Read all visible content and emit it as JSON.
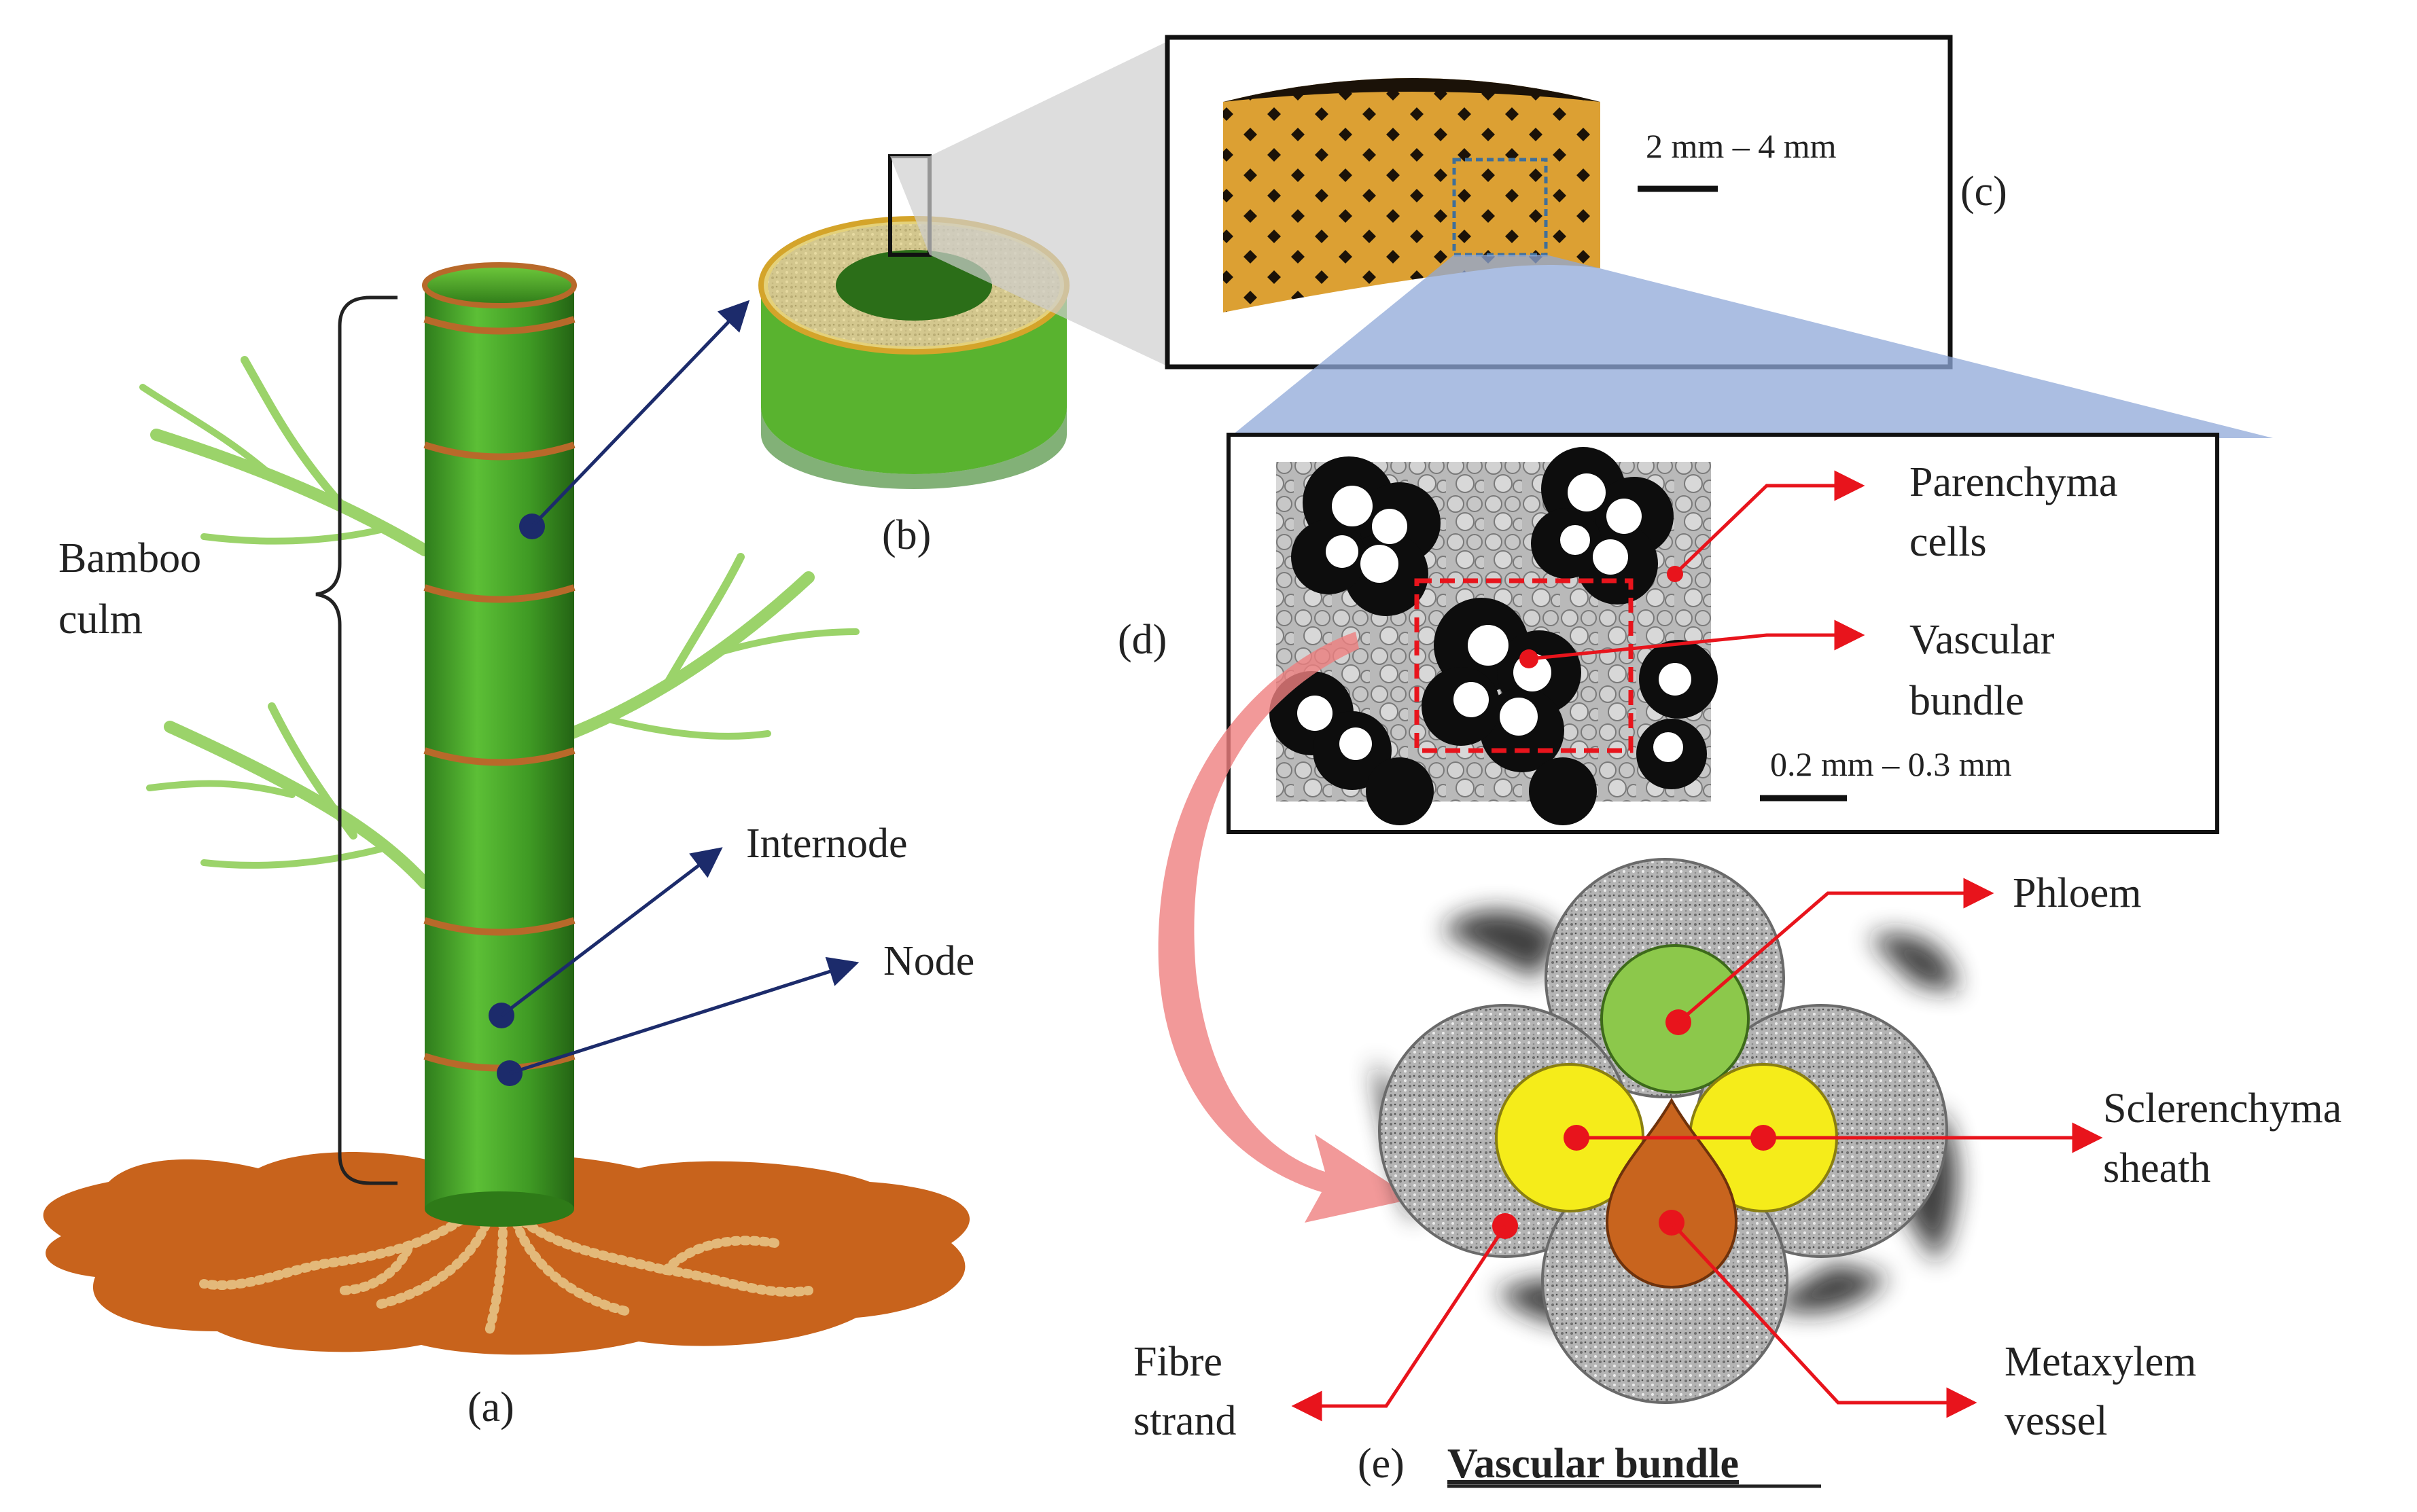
{
  "panels": {
    "a": {
      "caption": "(a)",
      "labels": {
        "bamboo_culm_line1": "Bamboo",
        "bamboo_culm_line2": "culm",
        "internode": "Internode",
        "node": "Node"
      }
    },
    "b": {
      "caption": "(b)"
    },
    "c": {
      "caption": "(c)",
      "scale": "2 mm – 4 mm"
    },
    "d": {
      "caption": "(d)",
      "scale": "0.2 mm – 0.3 mm",
      "labels": {
        "parenchyma_line1": "Parenchyma",
        "parenchyma_line2": "cells",
        "vascular_line1": "Vascular",
        "vascular_line2": "bundle"
      }
    },
    "e": {
      "caption": "(e)",
      "title": "Vascular bundle",
      "labels": {
        "phloem": "Phloem",
        "sclerenchyma_line1": "Sclerenchyma",
        "sclerenchyma_line2": "sheath",
        "fibre_line1": "Fibre",
        "fibre_line2": "strand",
        "metaxylem_line1": "Metaxylem",
        "metaxylem_line2": "vessel"
      }
    }
  },
  "colors": {
    "culm_green": "#4caf2e",
    "ring_brown": "#b8692a",
    "soil": "#c8631c",
    "leaf": "#9bd36a",
    "pointer_navy": "#1c2b6b",
    "pointer_red": "#e8141c",
    "phloem": "#8cc84b",
    "sheath": "#f5ec1a",
    "metaxylem": "#c8641e",
    "fibre": "#a8a8a8",
    "panel_c_band": "#dca033",
    "zoom_blue": "#8fa8d8"
  }
}
